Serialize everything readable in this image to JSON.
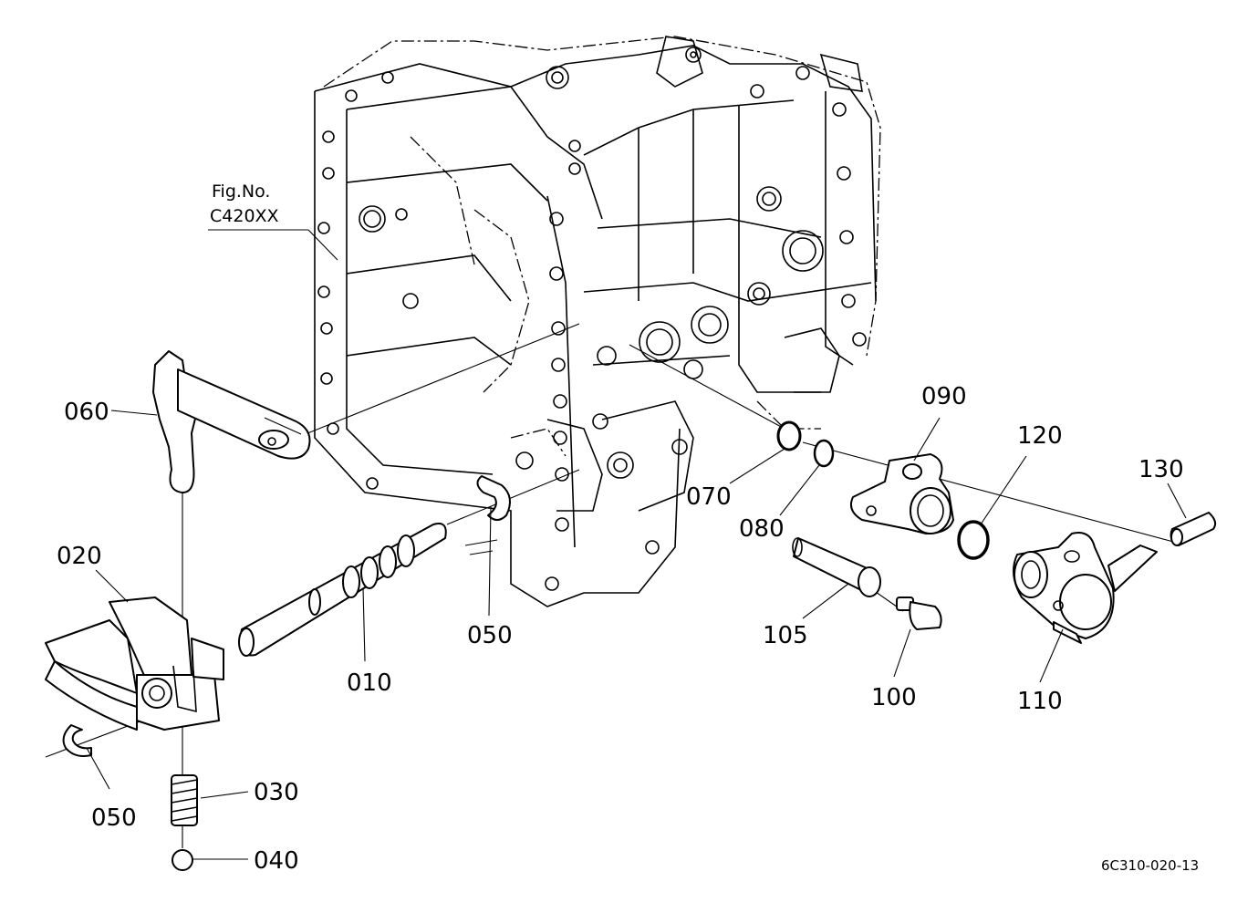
{
  "figure_reference": {
    "line1": "Fig.No.",
    "line2": "C420XX"
  },
  "drawing_code": "6C310-020-13",
  "parts": {
    "p060": "060",
    "p020": "020",
    "p010": "010",
    "p050_upper": "050",
    "p050_lower": "050",
    "p030": "030",
    "p040": "040",
    "p070": "070",
    "p080": "080",
    "p090": "090",
    "p105": "105",
    "p100": "100",
    "p120": "120",
    "p110": "110",
    "p130": "130"
  }
}
